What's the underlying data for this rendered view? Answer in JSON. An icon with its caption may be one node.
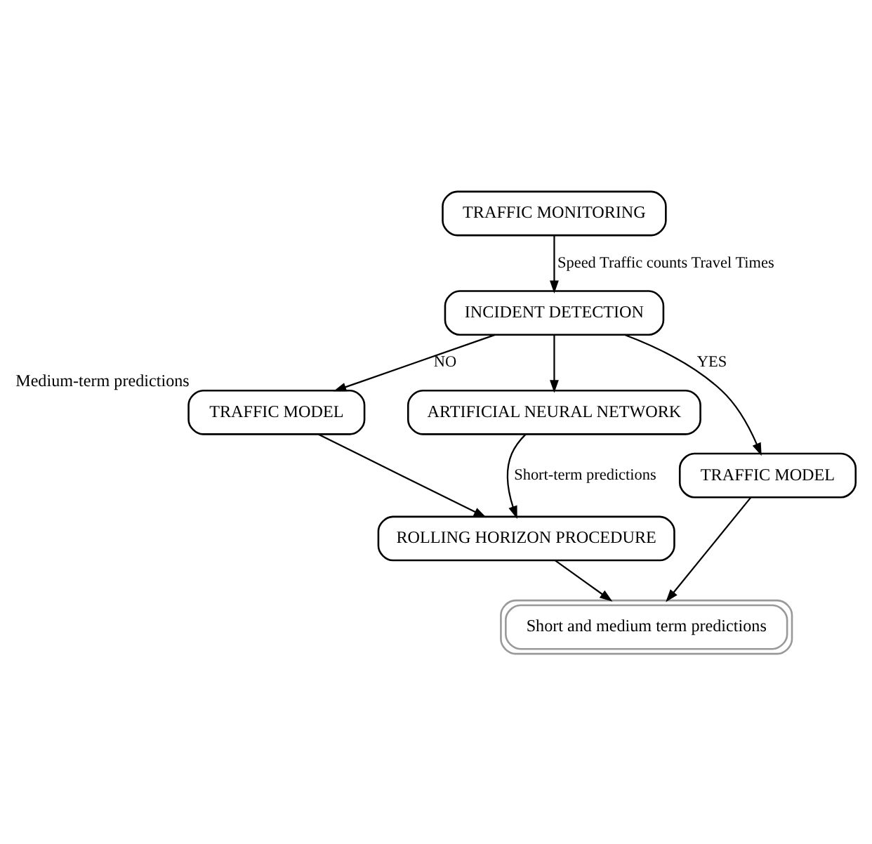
{
  "diagram": {
    "nodes": [
      {
        "text": [
          "TRAFFIC MONITORING"
        ]
      },
      {
        "text": [
          "INCIDENT DETECTION"
        ]
      },
      {
        "text": [
          "TRAFFIC MODEL"
        ],
        "beside": [
          "Medium-term predictions"
        ]
      },
      {
        "text": [
          "ARTIFICIAL NEURAL NETWORK"
        ]
      },
      {
        "text": [
          "TRAFFIC MODEL"
        ]
      },
      {
        "text": [
          "ROLLING HORIZON PROCEDURE"
        ]
      },
      {
        "text": [
          "Short and medium term predictions"
        ]
      }
    ],
    "edges": [
      {
        "from": 0,
        "to": 1,
        "arrow": "to",
        "label": "Speed Traffic counts Travel Times"
      },
      {
        "from": 1,
        "to": 2,
        "arrow": "to",
        "label": "NO"
      },
      {
        "from": 1,
        "to": 3,
        "arrow": "to"
      },
      {
        "from": 1,
        "to": 4,
        "arrow": "to",
        "label": "YES"
      },
      {
        "from": 3,
        "to": 5,
        "arrow": "to",
        "label": "Short-term predictions"
      },
      {
        "from": 2,
        "to": 5,
        "arrow": "to"
      },
      {
        "from": 4,
        "to": 6,
        "arrow": "to"
      },
      {
        "from": 5,
        "to": 6,
        "arrow": "to"
      }
    ]
  }
}
